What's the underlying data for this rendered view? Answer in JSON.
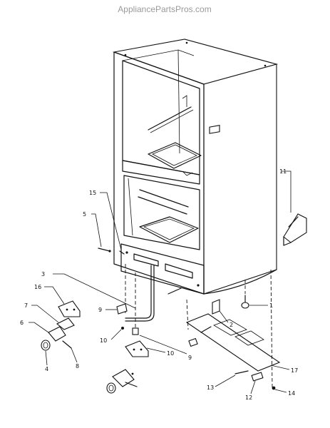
{
  "watermark": "AppliancePartsPros.com",
  "callouts": {
    "c1": "1",
    "c2": "2",
    "c3": "3",
    "c4": "4",
    "c5": "5",
    "c6": "6",
    "c7": "7",
    "c8": "8",
    "c9a": "9",
    "c9b": "9",
    "c10a": "10",
    "c10b": "10",
    "c11": "11",
    "c12": "12",
    "c13": "13",
    "c14": "14",
    "c15": "15",
    "c16": "16",
    "c17": "17"
  }
}
